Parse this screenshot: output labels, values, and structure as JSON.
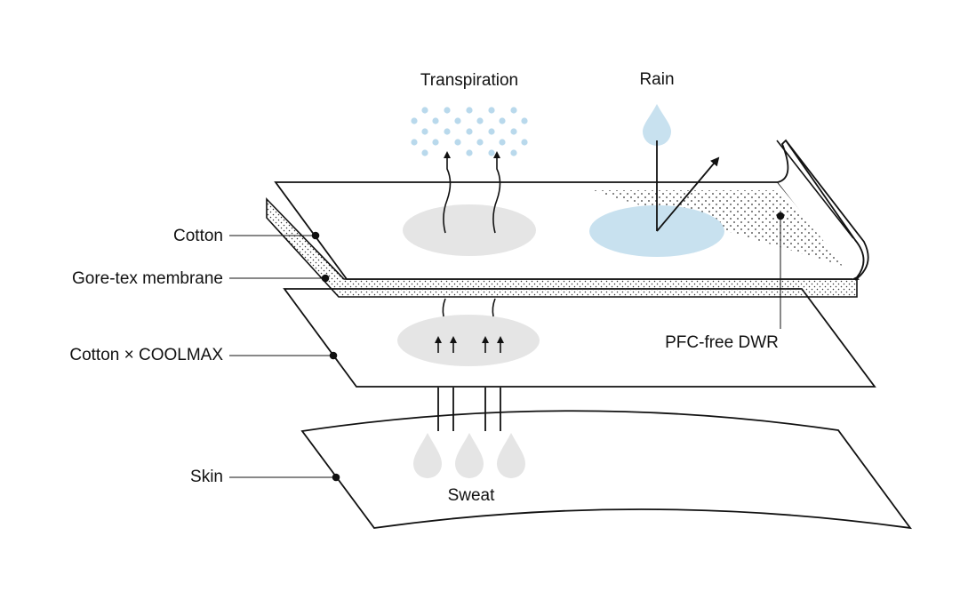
{
  "labels": {
    "transpiration": "Transpiration",
    "rain": "Rain",
    "cotton": "Cotton",
    "gore_tex": "Gore-tex membrane",
    "cotton_coolmax": "Cotton × COOLMAX",
    "pfc_free_dwr": "PFC-free DWR",
    "skin": "Skin",
    "sweat": "Sweat"
  },
  "colors": {
    "line": "#111111",
    "grey_patch": "#e5e5e5",
    "water_blue": "#c8e1ef",
    "vapor_dot": "#b9d9ec",
    "stipple": "#333333"
  }
}
